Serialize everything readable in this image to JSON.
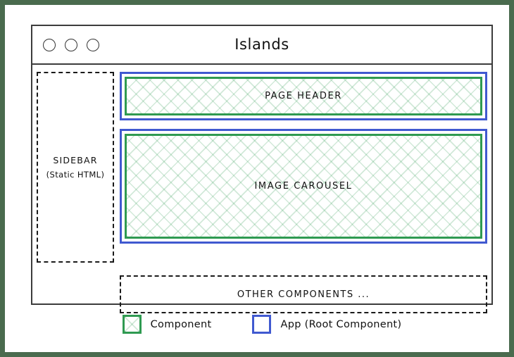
{
  "window": {
    "title": "Islands",
    "controls": [
      "window-dot-1",
      "window-dot-2",
      "window-dot-3"
    ]
  },
  "sidebar": {
    "title": "SIDEBAR",
    "subtitle": "(Static HTML)"
  },
  "regions": [
    {
      "name": "page-header",
      "label": "PAGE HEADER",
      "kind": "component"
    },
    {
      "name": "image-carousel",
      "label": "IMAGE CAROUSEL",
      "kind": "component"
    }
  ],
  "other": {
    "label": "OTHER COMPONENTS ..."
  },
  "legend": {
    "items": [
      {
        "label": "Component",
        "swatch": "component-swatch",
        "color": "#2f9a51"
      },
      {
        "label": "App (Root Component)",
        "swatch": "app-swatch",
        "color": "#4059d0"
      }
    ]
  },
  "colors": {
    "component_green": "#2f9a51",
    "app_blue": "#4059d0",
    "frame_green": "#4a6b4e",
    "outline_black": "#1a1a1a"
  }
}
